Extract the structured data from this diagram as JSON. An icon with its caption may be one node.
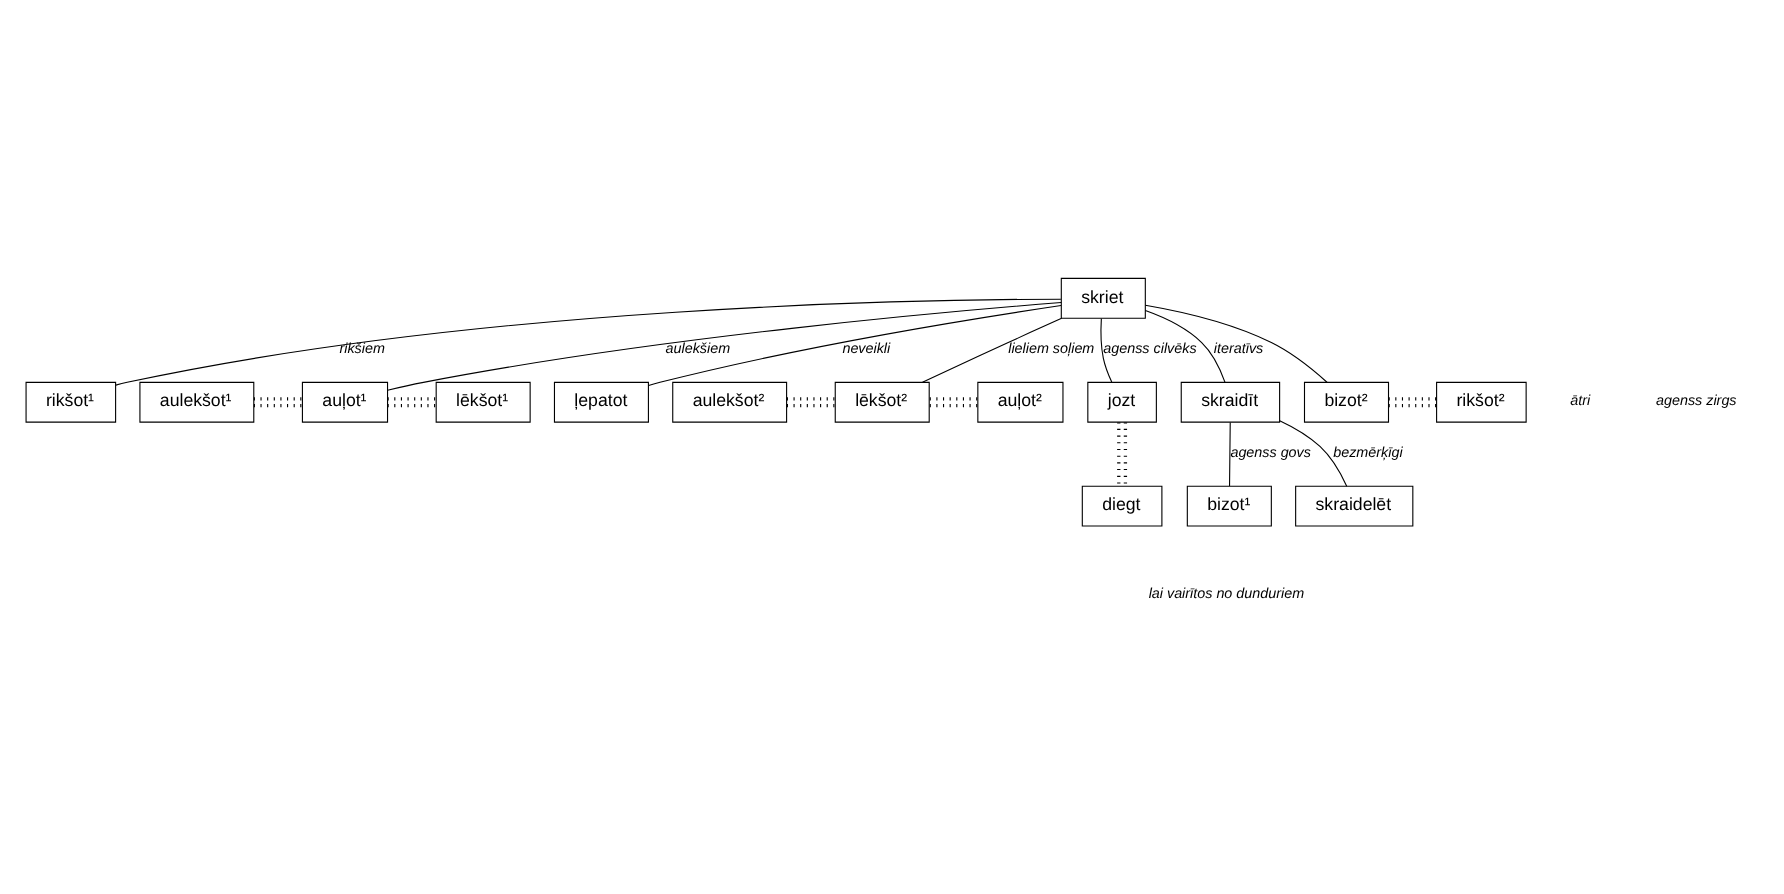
{
  "diagram": {
    "nodes": [
      {
        "text": [
          "skriet"
        ]
      },
      {
        "text": [
          "rikšot¹"
        ]
      },
      {
        "text": [
          "aulekšot¹"
        ]
      },
      {
        "text": [
          "auļot¹"
        ]
      },
      {
        "text": [
          "lēkšot¹"
        ]
      },
      {
        "text": [
          "ļepatot"
        ]
      },
      {
        "text": [
          "aulekšot²"
        ]
      },
      {
        "text": [
          "lēkšot²"
        ]
      },
      {
        "text": [
          "auļot²"
        ]
      },
      {
        "text": [
          "jozt"
        ]
      },
      {
        "text": [
          "diegt"
        ]
      },
      {
        "text": [
          "skraidīt"
        ]
      },
      {
        "text": [
          "bizot²"
        ]
      },
      {
        "text": [
          "rikšot²"
        ]
      },
      {
        "text": [
          "skraidelēt"
        ]
      },
      {
        "text": [
          "bizot¹"
        ]
      }
    ],
    "edges": [
      {
        "from": 0,
        "to": 1,
        "arrow": "none",
        "label": "rikšiem"
      },
      {
        "from": 0,
        "to": 3,
        "arrow": "none",
        "label": "aulekšiem"
      },
      {
        "from": 0,
        "to": 5,
        "arrow": "none",
        "label": "neveikli"
      },
      {
        "from": 0,
        "to": 7,
        "arrow": "none",
        "label": "lieliem soļiem"
      },
      {
        "from": 0,
        "to": 9,
        "arrow": "none",
        "label": "agenss cilvēks"
      },
      {
        "from": 0,
        "to": 11,
        "arrow": "none",
        "label": "iteratīvs"
      },
      {
        "from": 0,
        "to": 12,
        "arrow": "none"
      },
      {
        "from": 2,
        "to": 3,
        "arrow": "none",
        "style": "dashed"
      },
      {
        "from": 3,
        "to": 4,
        "arrow": "none",
        "style": "dashed"
      },
      {
        "from": 6,
        "to": 7,
        "arrow": "none",
        "style": "dashed"
      },
      {
        "from": 7,
        "to": 8,
        "arrow": "none",
        "style": "dashed"
      },
      {
        "from": 9,
        "to": 10,
        "arrow": "none",
        "style": "dashed"
      },
      {
        "from": 12,
        "to": 13,
        "arrow": "none",
        "style": "dashed"
      },
      {
        "from": 11,
        "to": 14,
        "arrow": "none",
        "label": "bezmērķīgi"
      },
      {
        "from": 11,
        "to": 15,
        "arrow": "none",
        "label": "agenss govs"
      }
    ],
    "labels": [
      "ātri",
      "agenss zirgs",
      "lai vairītos no dunduriem"
    ]
  }
}
